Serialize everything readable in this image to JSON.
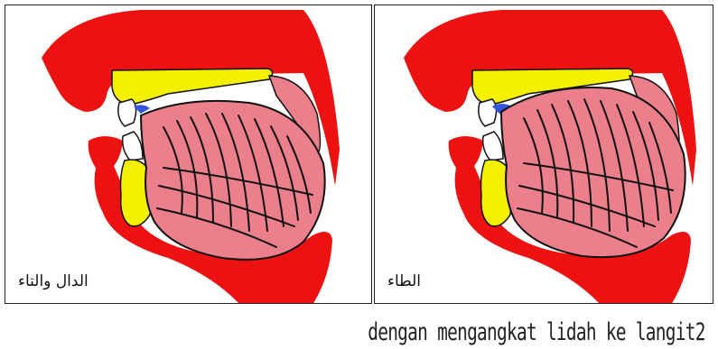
{
  "panels": [
    {
      "label": "الدال والتاء"
    },
    {
      "label": "الطاء"
    }
  ],
  "caption": "dengan mengangkat lidah ke langit2",
  "colors": {
    "flesh_red": "#ee1111",
    "palate_yellow": "#f5f000",
    "tongue_pink": "#ec7f8c",
    "teeth_white": "#ffffff",
    "contact_blue": "#3355dd",
    "outline": "#111111"
  }
}
